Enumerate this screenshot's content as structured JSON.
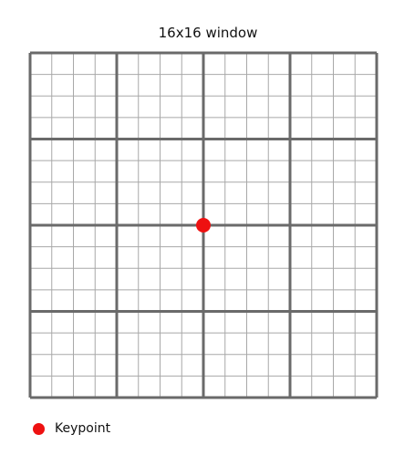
{
  "diagram": {
    "title": "16x16 window",
    "grid": {
      "cells": 16,
      "block_size": 4,
      "fine_line_color": "#a8a8a8",
      "block_line_color": "#6a6a6a"
    },
    "keypoint": {
      "color": "#ee1111",
      "location": "center of window"
    },
    "legend": {
      "keypoint_label": "Keypoint",
      "keypoint_color": "#ee1111"
    }
  }
}
